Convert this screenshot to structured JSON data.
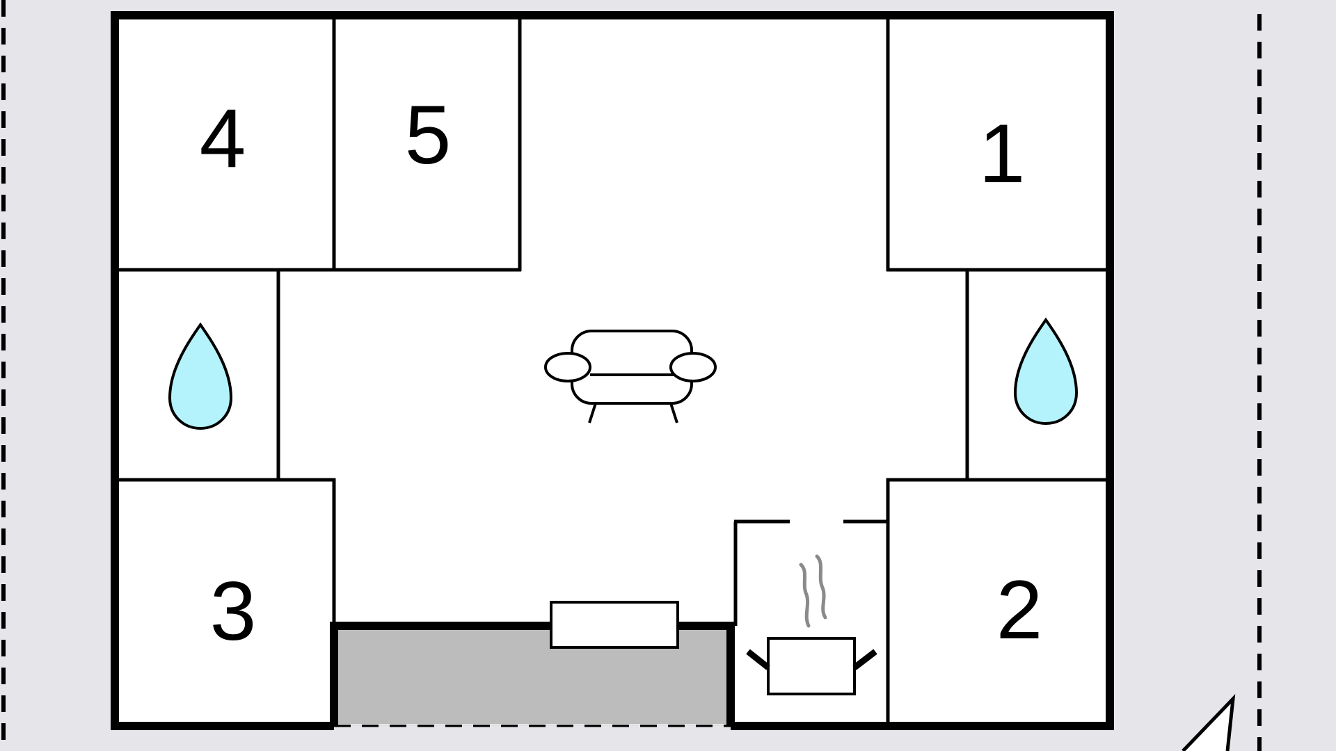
{
  "floorplan": {
    "rooms": {
      "room_1": {
        "label": "1",
        "type": "bedroom"
      },
      "room_2": {
        "label": "2",
        "type": "bedroom"
      },
      "room_3": {
        "label": "3",
        "type": "bedroom"
      },
      "room_4": {
        "label": "4",
        "type": "bedroom"
      },
      "room_5": {
        "label": "5",
        "type": "bedroom"
      },
      "bathroom_left": {
        "icon": "water-drop-icon"
      },
      "bathroom_right": {
        "icon": "water-drop-icon"
      },
      "living_room": {
        "icon": "sofa-icon"
      },
      "kitchen": {
        "icon": "cooking-pot-icon"
      },
      "terrace": {
        "icon": "door-mat"
      }
    },
    "colors": {
      "background": "#e5e5ea",
      "wall": "#000000",
      "floor": "#ffffff",
      "terrace": "#bcbcbc",
      "water": "#b4f3fb",
      "steam": "#8a8a8a"
    },
    "north_arrow": {
      "icon": "north-arrow-icon"
    }
  }
}
